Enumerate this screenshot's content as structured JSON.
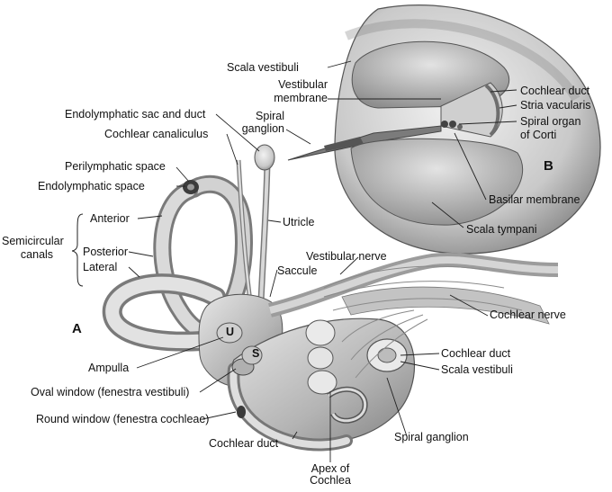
{
  "panel_a": {
    "letter": "A",
    "labels": {
      "endolymphatic_sac": "Endolymphatic sac and duct",
      "cochlear_canaliculus": "Cochlear canaliculus",
      "perilymphatic_space": "Perilymphatic space",
      "endolymphatic_space": "Endolymphatic space",
      "anterior": "Anterior",
      "semicircular_1": "Semicircular",
      "semicircular_2": "canals",
      "posterior": "Posterior",
      "lateral": "Lateral",
      "utricle": "Utricle",
      "vestibular_nerve": "Vestibular nerve",
      "saccule": "Saccule",
      "cochlear_nerve": "Cochlear nerve",
      "u_mark": "U",
      "s_mark": "S",
      "ampulla": "Ampulla",
      "oval_window": "Oval window (fenestra vestibuli)",
      "round_window": "Round window (fenestra cochleae)",
      "cochlear_duct_right": "Cochlear duct",
      "scala_vestibuli_right": "Scala vestibuli",
      "spiral_ganglion": "Spiral ganglion",
      "cochlear_duct_bottom": "Cochlear duct",
      "apex_1": "Apex of",
      "apex_2": "Cochlea"
    }
  },
  "panel_b": {
    "letter": "B",
    "labels": {
      "scala_vestibuli": "Scala vestibuli",
      "vestibular_membrane_1": "Vestibular",
      "vestibular_membrane_2": "membrane",
      "spiral_ganglion_1": "Spiral",
      "spiral_ganglion_2": "ganglion",
      "cochlear_duct": "Cochlear duct",
      "stria_vascularis": "Stria vacularis",
      "spiral_organ_1": "Spiral organ",
      "spiral_organ_2": "of Corti",
      "basilar_membrane": "Basilar membrane",
      "scala_tympani": "Scala tympani"
    }
  }
}
